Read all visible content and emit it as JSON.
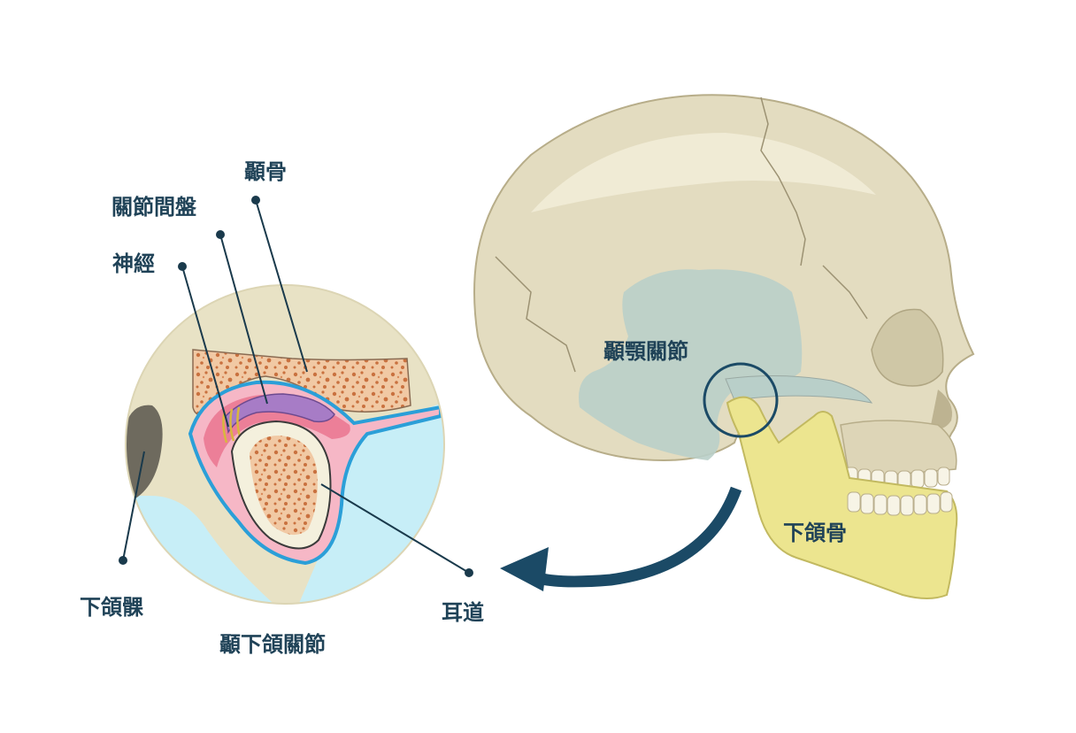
{
  "labels": {
    "temporal_bone": "顳骨",
    "articular_disc": "關節間盤",
    "nerve": "神經",
    "mandibular_condyle": "下頜髁",
    "ear_canal": "耳道",
    "tmj_title": "顳下頜關節",
    "tmj_on_skull": "顳顎關節",
    "mandible": "下頜骨"
  },
  "colors": {
    "label_text": "#1f4257",
    "leader_line": "#1a3a4c",
    "skull_bone": "#e3dcc0",
    "temporal_region": "#b9cfc9",
    "mandible": "#ece58f",
    "arrow": "#1b4a66",
    "inset_background": "#e8e2c5",
    "cartilage_pink": "#f2a3b3",
    "disc_purple": "#a77cc6",
    "ear_canal_blue": "#c7eef7",
    "bone_marrow": "#d9a882"
  }
}
